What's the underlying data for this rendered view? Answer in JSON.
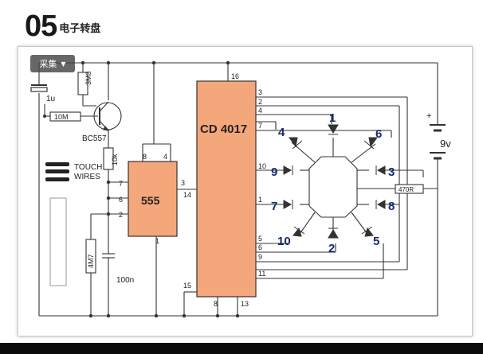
{
  "heading": {
    "number": "05",
    "title": "电子转盘"
  },
  "toolbar": {
    "collect_label": "采集",
    "collect_icon": "chevron-down-icon"
  },
  "colors": {
    "chip_fill": "#f4a77a",
    "wire": "#333333",
    "led_label": "#1a2a6c"
  },
  "components": {
    "cap_1u": "1u",
    "res_3m3": "3M3",
    "res_10m": "10M",
    "transistor": "BC557",
    "res_10k": "10k",
    "touch_line1": "TOUCH",
    "touch_line2": "WIRES",
    "res_4m7": "4M7",
    "cap_100n": "100n",
    "res_470r": "470R",
    "battery": "9v",
    "battery_plus": "+"
  },
  "chips": {
    "timer": {
      "label": "555",
      "pins": {
        "top_left": "8",
        "top_right": "4",
        "out": "3",
        "in_14": "14",
        "p7": "7",
        "p6": "6",
        "p2": "2",
        "bottom": "1"
      }
    },
    "counter": {
      "label": "CD 4017",
      "pins": {
        "p16": "16",
        "p15": "15",
        "p8": "8",
        "p13": "13",
        "r3": "3",
        "r2": "2",
        "r4": "4",
        "r7": "7",
        "r10": "10",
        "r1": "1",
        "r5": "5",
        "r6": "6",
        "r9": "9",
        "r11": "11"
      }
    }
  },
  "leds": [
    "1",
    "6",
    "4",
    "9",
    "3",
    "7",
    "8",
    "10",
    "2",
    "5"
  ]
}
